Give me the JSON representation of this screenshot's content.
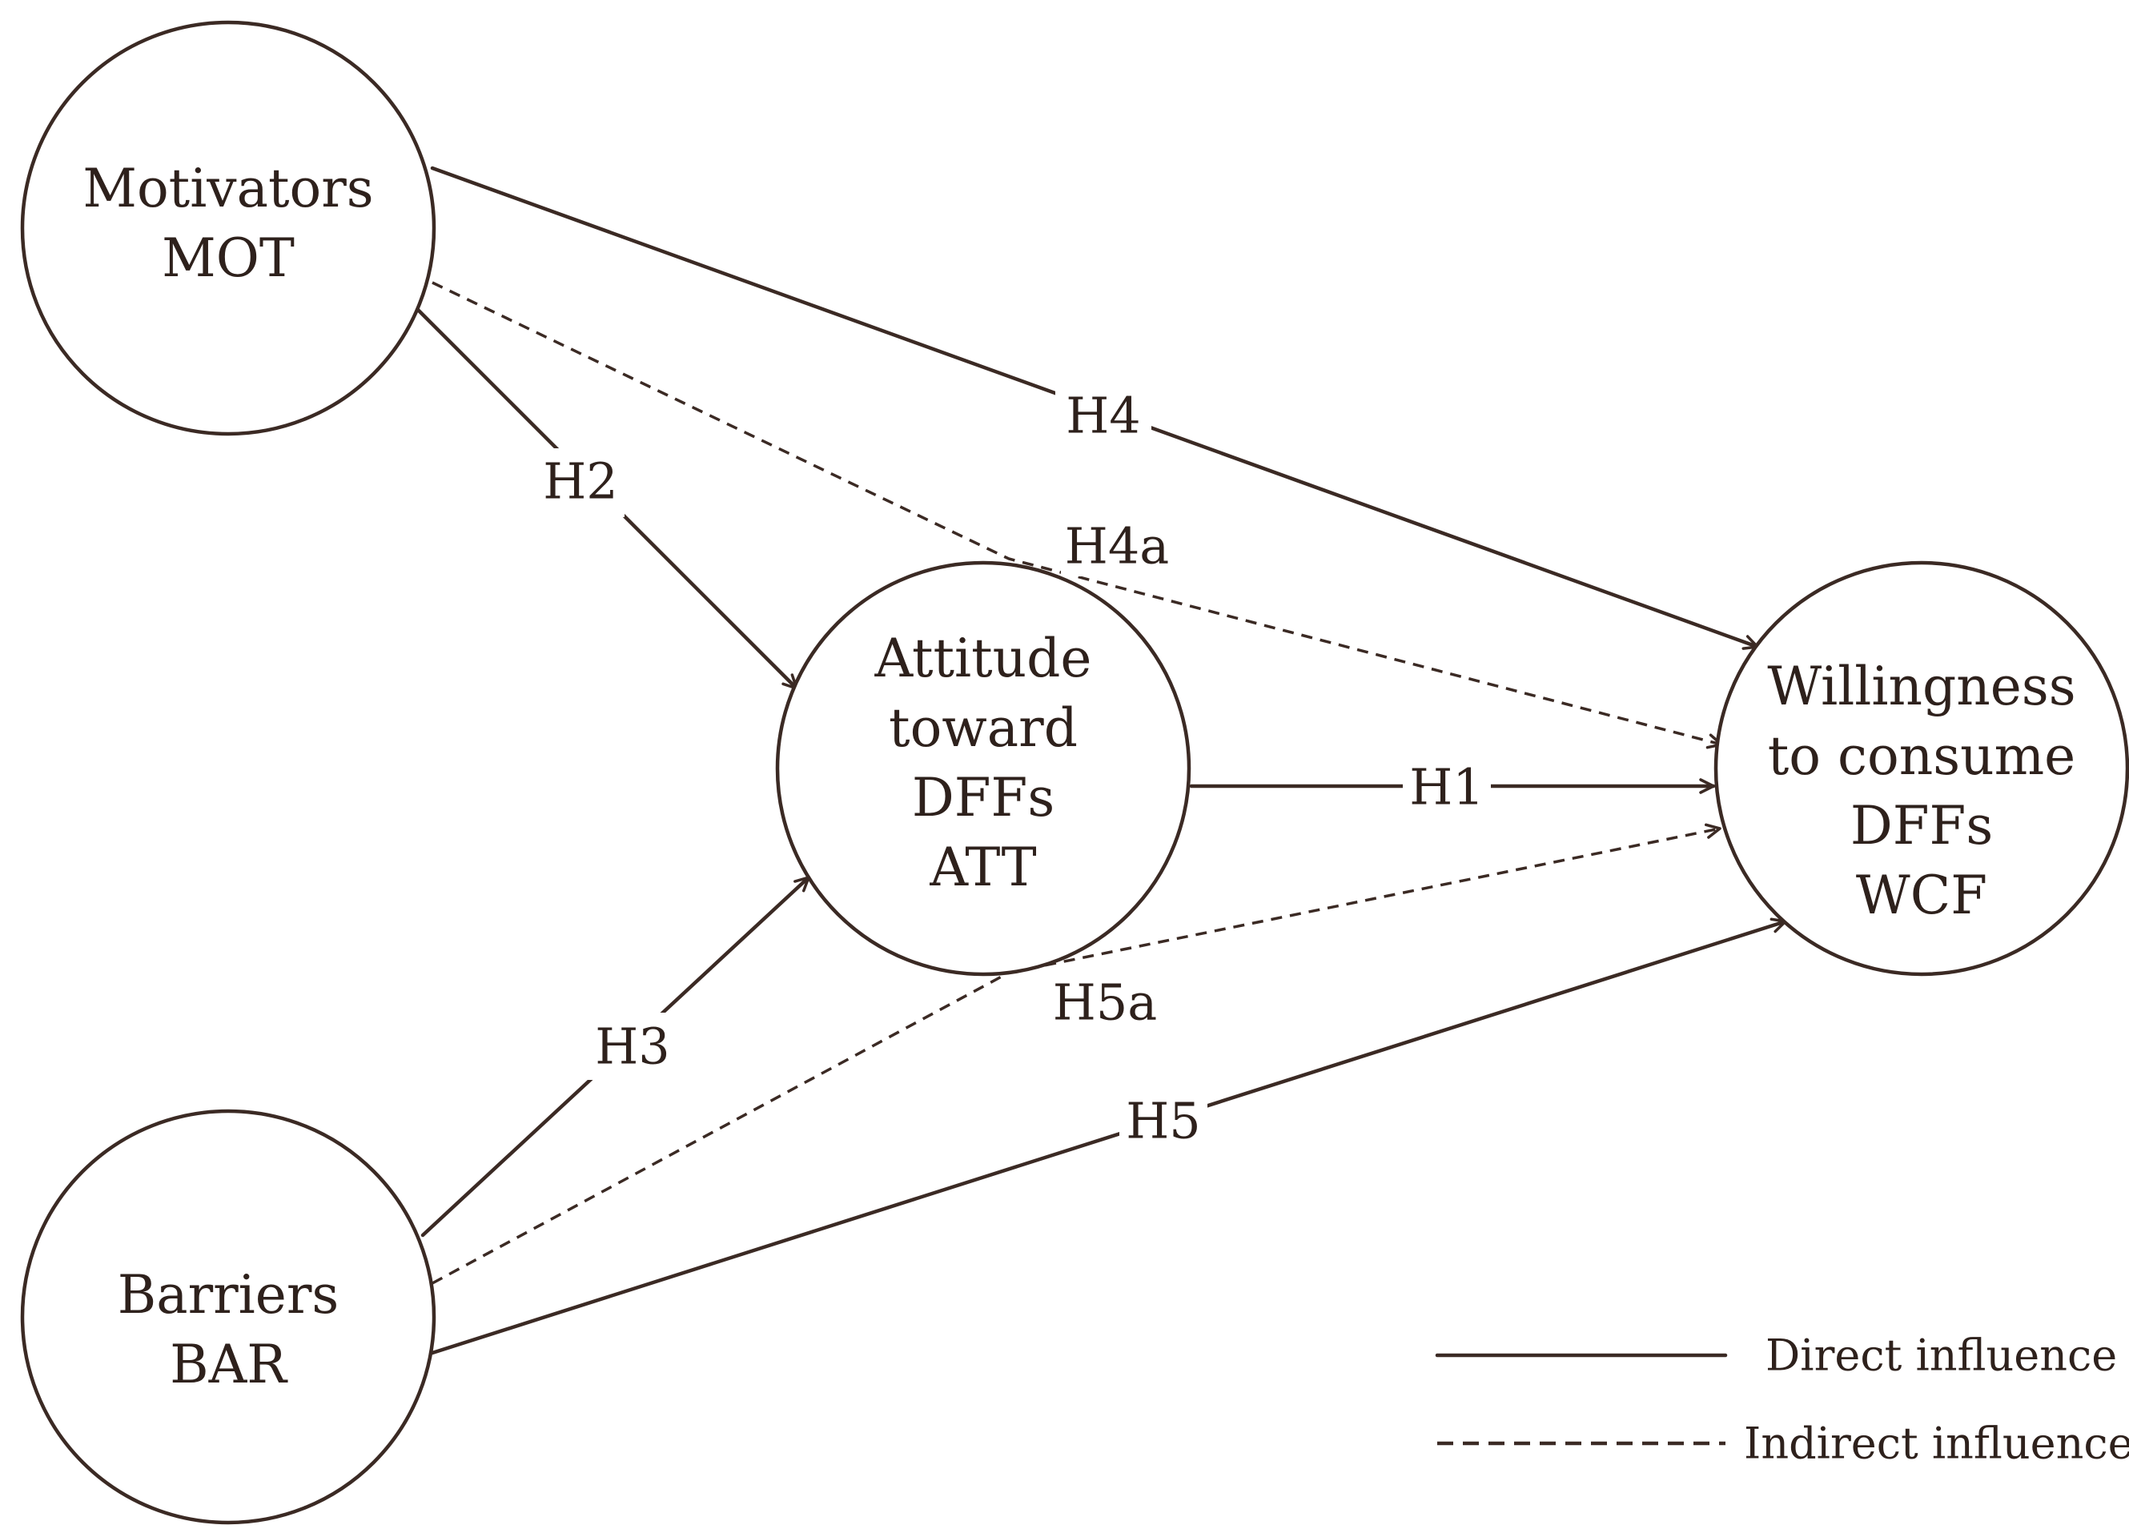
{
  "nodes": {
    "mot": {
      "lines": [
        "Motivators",
        "MOT"
      ]
    },
    "att": {
      "lines": [
        "Attitude",
        "toward",
        "DFFs",
        "ATT"
      ]
    },
    "bar": {
      "lines": [
        "Barriers",
        "BAR"
      ]
    },
    "wcf": {
      "lines": [
        "Willingness",
        "to consume",
        "DFFs",
        "WCF"
      ]
    }
  },
  "edges": {
    "h4": {
      "label": "H4",
      "from": "mot",
      "to": "wcf",
      "style": "solid"
    },
    "h2": {
      "label": "H2",
      "from": "mot",
      "to": "att",
      "style": "solid"
    },
    "h4a": {
      "label": "H4a",
      "from": "mot",
      "to": "wcf",
      "style": "dashed"
    },
    "h1": {
      "label": "H1",
      "from": "att",
      "to": "wcf",
      "style": "solid"
    },
    "h3": {
      "label": "H3",
      "from": "bar",
      "to": "att",
      "style": "solid"
    },
    "h5a": {
      "label": "H5a",
      "from": "bar",
      "to": "wcf",
      "style": "dashed"
    },
    "h5": {
      "label": "H5",
      "from": "bar",
      "to": "wcf",
      "style": "solid"
    }
  },
  "legend": {
    "direct": "Direct influence",
    "indirect": "Indirect influence"
  },
  "colors": {
    "stroke": "#3b2a24",
    "text": "#2e211c",
    "background": "#ffffff"
  }
}
